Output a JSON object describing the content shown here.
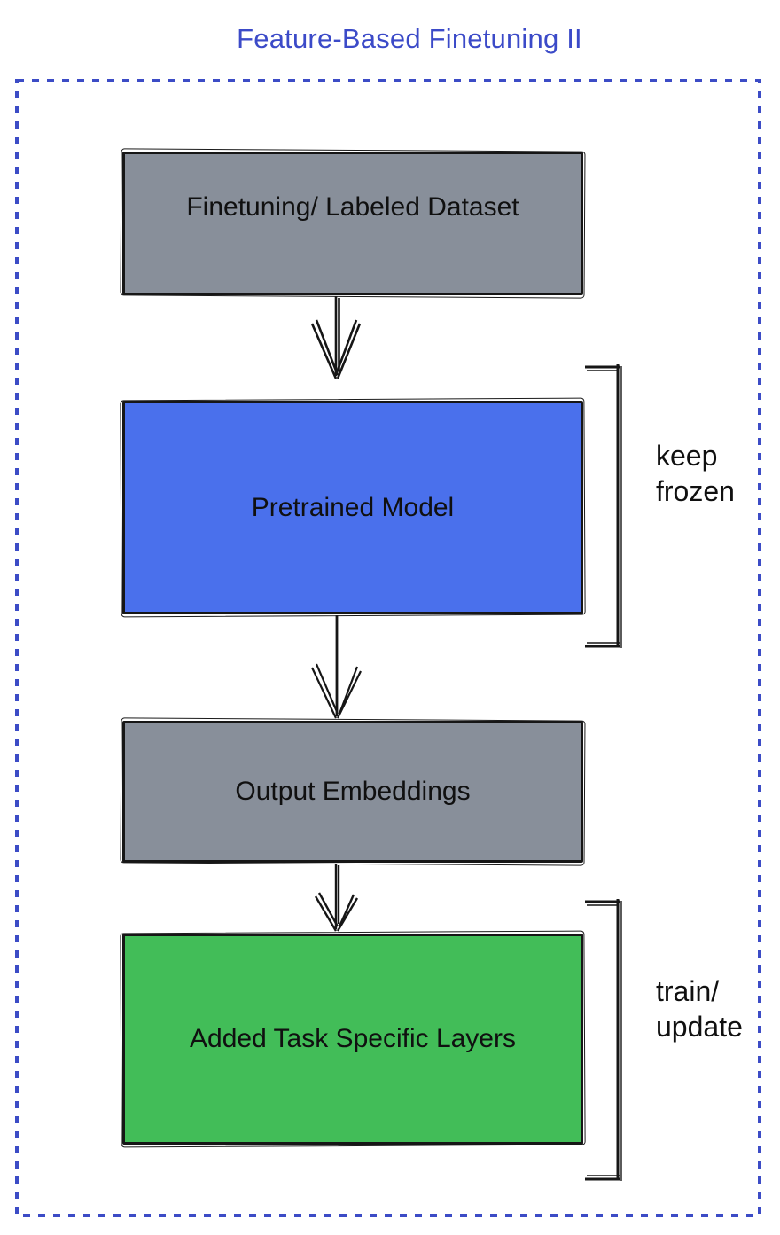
{
  "title": "Feature-Based Finetuning II",
  "nodes": [
    {
      "label": "Finetuning/ Labeled Dataset",
      "fill": "#888F9A"
    },
    {
      "label": "Pretrained Model",
      "fill": "#4A70EC"
    },
    {
      "label": "Output Embeddings",
      "fill": "#888F9A"
    },
    {
      "label": "Added Task Specific Layers",
      "fill": "#42BD58"
    }
  ],
  "annotations": [
    {
      "line1": "keep",
      "line2": "frozen"
    },
    {
      "line1": "train/",
      "line2": "update"
    }
  ],
  "colors": {
    "title": "#3B4AC8",
    "frame": "#3C4CC6",
    "stroke": "#161616",
    "text": "#101010"
  }
}
